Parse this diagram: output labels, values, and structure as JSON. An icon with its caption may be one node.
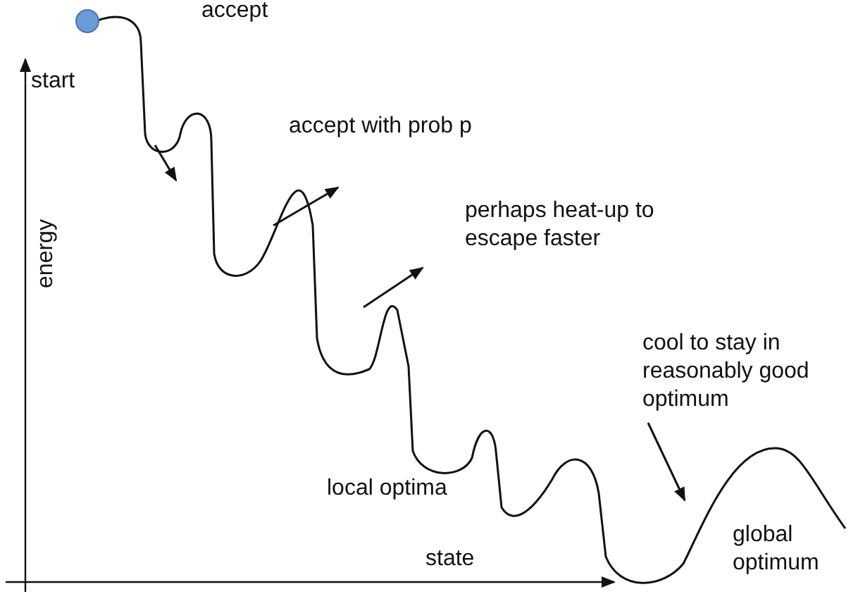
{
  "diagram": {
    "labels": [
      "accept",
      "start",
      "accept with prob p",
      "energy",
      "perhaps heat-up to escape faster",
      "cool to stay in reasonably good optimum",
      "local optima",
      "state",
      "global optimum"
    ]
  }
}
